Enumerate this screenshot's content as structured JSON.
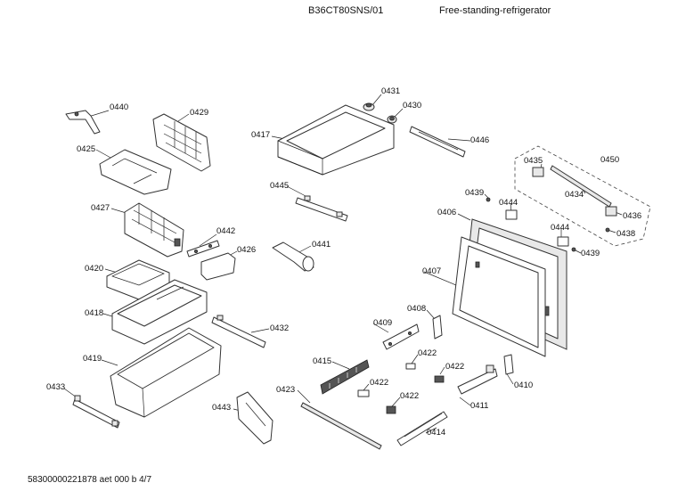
{
  "header": {
    "model": "B36CT80SNS/01",
    "product_type": "Free-standing-refrigerator"
  },
  "footer": {
    "doc_code": "58300000221878 aet 000 b 4/7"
  },
  "callouts": [
    {
      "id": "c0431",
      "text": "0431"
    },
    {
      "id": "c0430",
      "text": "0430"
    },
    {
      "id": "c0440",
      "text": "0440"
    },
    {
      "id": "c0429",
      "text": "0429"
    },
    {
      "id": "c0417",
      "text": "0417"
    },
    {
      "id": "c0446",
      "text": "0446"
    },
    {
      "id": "c0425",
      "text": "0425"
    },
    {
      "id": "c0435",
      "text": "0435"
    },
    {
      "id": "c0450",
      "text": "0450"
    },
    {
      "id": "c0445",
      "text": "0445"
    },
    {
      "id": "c0439a",
      "text": "0439"
    },
    {
      "id": "c0434",
      "text": "0434"
    },
    {
      "id": "c0427",
      "text": "0427"
    },
    {
      "id": "c0444a",
      "text": "0444"
    },
    {
      "id": "c0406",
      "text": "0406"
    },
    {
      "id": "c0436",
      "text": "0436"
    },
    {
      "id": "c0442",
      "text": "0442"
    },
    {
      "id": "c0444b",
      "text": "0444"
    },
    {
      "id": "c0438",
      "text": "0438"
    },
    {
      "id": "c0441",
      "text": "0441"
    },
    {
      "id": "c0426",
      "text": "0426"
    },
    {
      "id": "c0439b",
      "text": "0439"
    },
    {
      "id": "c0420",
      "text": "0420"
    },
    {
      "id": "c0407",
      "text": "0407"
    },
    {
      "id": "c0408",
      "text": "0408"
    },
    {
      "id": "c0418",
      "text": "0418"
    },
    {
      "id": "c0409",
      "text": "0409"
    },
    {
      "id": "c0432",
      "text": "0432"
    },
    {
      "id": "c0419",
      "text": "0419"
    },
    {
      "id": "c0422a",
      "text": "0422"
    },
    {
      "id": "c0415",
      "text": "0415"
    },
    {
      "id": "c0422b",
      "text": "0422"
    },
    {
      "id": "c0410",
      "text": "0410"
    },
    {
      "id": "c0433",
      "text": "0433"
    },
    {
      "id": "c0422c",
      "text": "0422"
    },
    {
      "id": "c0423",
      "text": "0423"
    },
    {
      "id": "c0422d",
      "text": "0422"
    },
    {
      "id": "c0411",
      "text": "0411"
    },
    {
      "id": "c0443",
      "text": "0443"
    },
    {
      "id": "c0414",
      "text": "0414"
    }
  ]
}
